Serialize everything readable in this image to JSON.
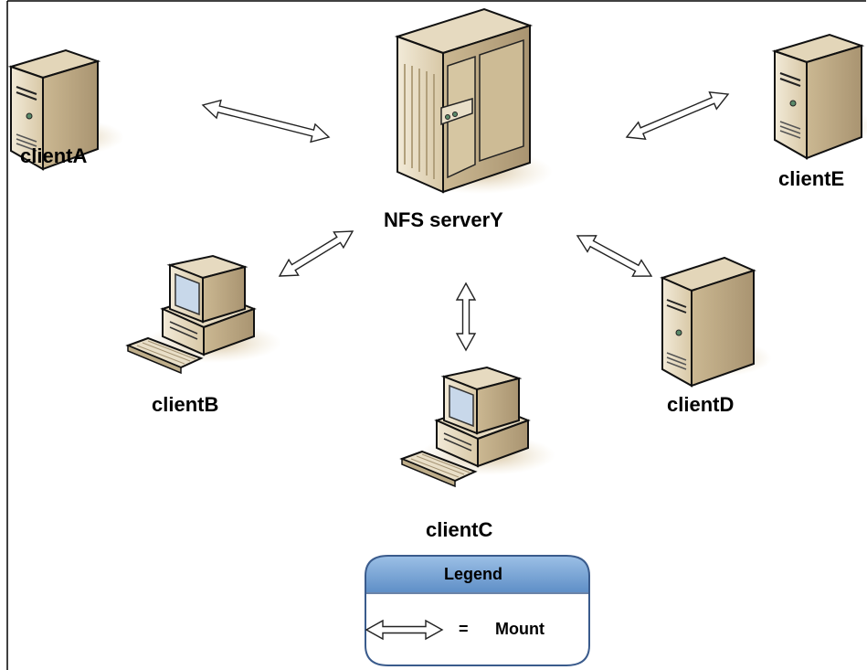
{
  "nodes": {
    "server": {
      "label": "NFS serverY",
      "icon": "tower-server-icon"
    },
    "clientA": {
      "label": "clientA",
      "icon": "server-icon"
    },
    "clientB": {
      "label": "clientB",
      "icon": "desktop-computer-icon"
    },
    "clientC": {
      "label": "clientC",
      "icon": "desktop-computer-icon"
    },
    "clientD": {
      "label": "clientD",
      "icon": "server-icon"
    },
    "clientE": {
      "label": "clientE",
      "icon": "server-icon"
    }
  },
  "edges": [
    {
      "from": "clientA",
      "to": "server",
      "type": "mount"
    },
    {
      "from": "clientE",
      "to": "server",
      "type": "mount"
    },
    {
      "from": "clientB",
      "to": "server",
      "type": "mount"
    },
    {
      "from": "clientC",
      "to": "server",
      "type": "mount"
    },
    {
      "from": "clientD",
      "to": "server",
      "type": "mount"
    }
  ],
  "legend": {
    "title": "Legend",
    "equals": "=",
    "mount_label": "Mount"
  },
  "colors": {
    "device_body": "#e8dcc2",
    "device_shadow": "#c9b58f",
    "device_dark": "#9a8666",
    "screen": "#c8d8ea",
    "legend_header": "#6c9bd0",
    "legend_border": "#3a5b8c"
  }
}
